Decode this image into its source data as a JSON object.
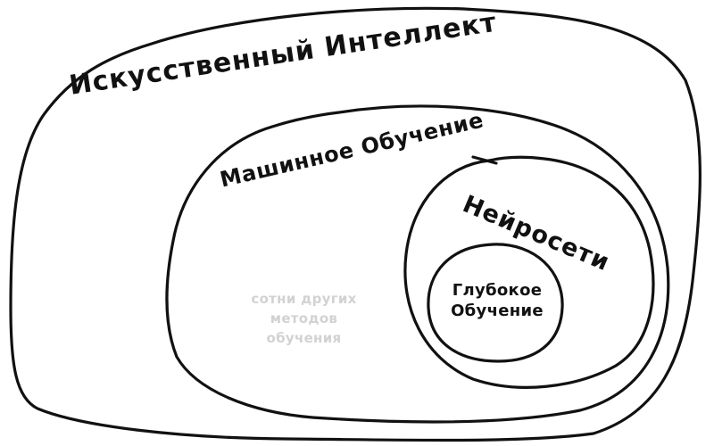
{
  "labels": {
    "ai": "Искусственный Интеллект",
    "ml": "Машинное Обучение",
    "nn": "Нейросети",
    "dl_line1": "Глубокое",
    "dl_line2": "Обучение",
    "other_line1": "сотни других",
    "other_line2": "методов",
    "other_line3": "обучения"
  },
  "colors": {
    "line": "#111111",
    "text": "#111111",
    "faint_text": "#d2d2d2",
    "background": "#ffffff"
  }
}
